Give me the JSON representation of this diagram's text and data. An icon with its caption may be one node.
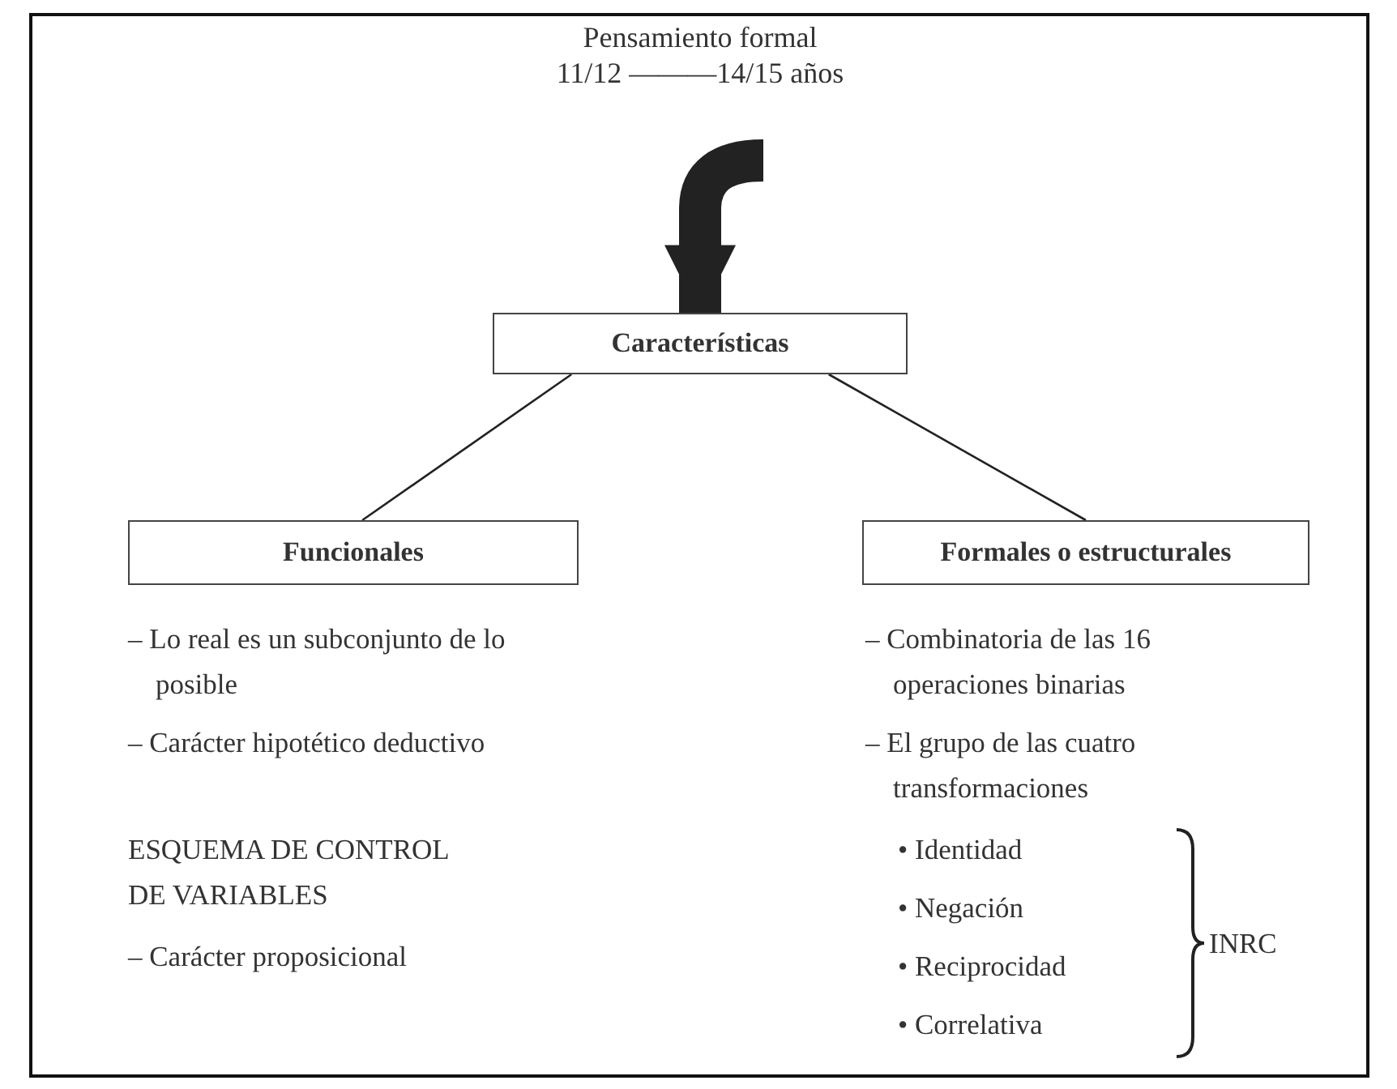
{
  "diagram": {
    "nodes": [
      {
        "text": [
          "Pensamiento formal",
          "11/12 ———14/15 años"
        ]
      },
      {
        "text": [
          "Características"
        ]
      },
      {
        "text": [
          "Funcionales"
        ]
      },
      {
        "text": [
          "Formales o estructurales"
        ]
      }
    ],
    "edges": [
      {
        "from": 0,
        "to": 1,
        "arrow": "to",
        "style": "thick"
      },
      {
        "from": 1,
        "to": 2,
        "arrow": "none"
      },
      {
        "from": 1,
        "to": 3,
        "arrow": "none"
      }
    ],
    "labels": [
      "– Lo real es un subconjunto de lo posible",
      "– Carácter hipotético deductivo",
      "ESQUEMA DE CONTROL DE VARIABLES",
      "– Carácter proposicional",
      "– Combinatoria de las 16 operaciones binarias",
      "– El grupo de las cuatro transformaciones",
      "• Identidad",
      "• Negación",
      "• Reciprocidad",
      "• Correlativa",
      "INRC"
    ]
  }
}
